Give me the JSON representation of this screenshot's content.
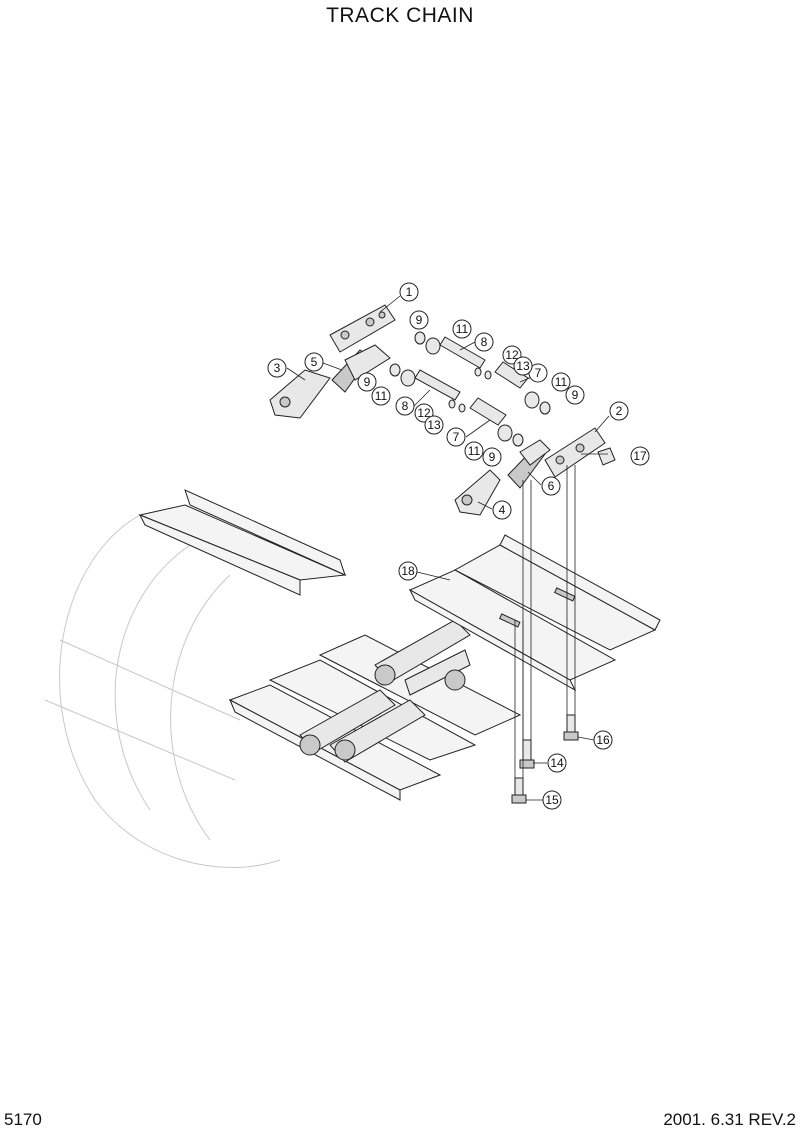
{
  "title": "TRACK CHAIN",
  "page_number": "5170",
  "revision": "2001. 6.31 REV.2",
  "callouts": [
    "1",
    "2",
    "3",
    "4",
    "5",
    "6",
    "7",
    "7",
    "8",
    "8",
    "9",
    "9",
    "9",
    "9",
    "11",
    "11",
    "11",
    "11",
    "12",
    "12",
    "13",
    "13",
    "14",
    "15",
    "16",
    "17",
    "18"
  ]
}
